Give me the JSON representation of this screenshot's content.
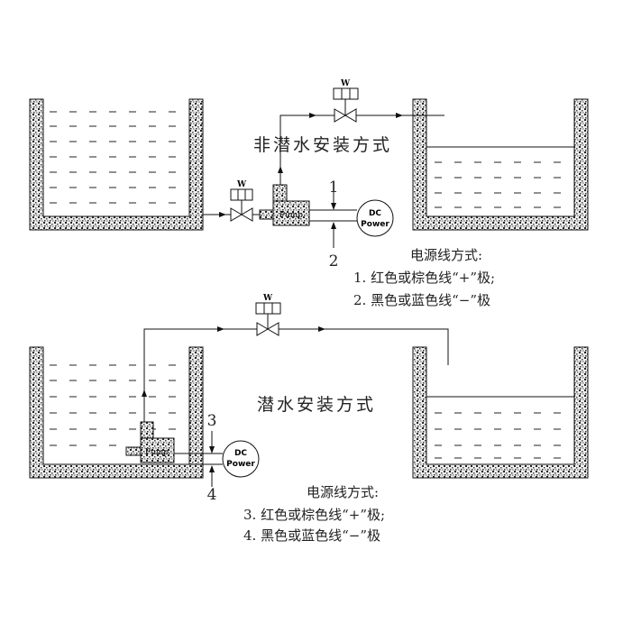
{
  "top": {
    "title": "非潜水安装方式",
    "pump_label": "Pump",
    "valve_label": "W",
    "power_line1": "DC",
    "power_line2": "Power",
    "wire1": "1",
    "wire2": "2",
    "notes": [
      "电源线方式:",
      "1. 红色或棕色线“+”极;",
      "2. 黑色或蓝色线“−”极"
    ]
  },
  "bottom": {
    "title": "潜水安装方式",
    "pump_label": "Pump",
    "valve_label": "W",
    "power_line1": "DC",
    "power_line2": "Power",
    "wire3": "3",
    "wire4": "4",
    "notes": [
      "电源线方式:",
      "3. 红色或棕色线“+”极;",
      "4. 黑色或蓝色线“−”极"
    ]
  }
}
